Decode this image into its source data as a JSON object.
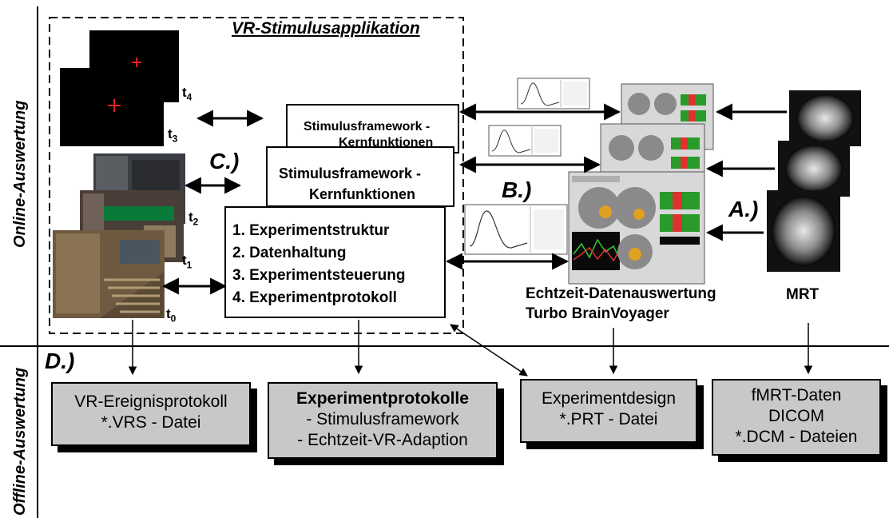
{
  "side_labels": {
    "online": "Online-Auswertung",
    "offline": "Offline-Auswertung"
  },
  "vr_title": "VR-Stimulusapplikation",
  "step_labels": {
    "a": "A.)",
    "b": "B.)",
    "c": "C.)",
    "d": "D.)"
  },
  "time_labels": [
    "t",
    "t",
    "t",
    "t"
  ],
  "time_subs": [
    "4",
    "3",
    "2",
    "1",
    "0"
  ],
  "framework_back": [
    "Stimulusframework -",
    "Kernfunktionen"
  ],
  "framework_mid": [
    "Stimulusframework -",
    "Kernfunktionen"
  ],
  "experiment_list": [
    "1. Experimentstruktur",
    "2. Datenhaltung",
    "3. Experimentsteuerung",
    "4. Experimentprotokoll"
  ],
  "tbv_caption": [
    "Echtzeit-Datenauswertung",
    "Turbo BrainVoyager"
  ],
  "mrt_caption": "MRT",
  "boxes": {
    "vr_protocol": [
      "VR-Ereignisprotokoll",
      "*.VRS - Datei"
    ],
    "exp_protocols": [
      "Experimentprotokolle",
      "- Stimulusframework",
      "- Echtzeit-VR-Adaption"
    ],
    "exp_design": [
      "Experimentdesign",
      "*.PRT - Datei"
    ],
    "fmrt": [
      "fMRT-Daten",
      "DICOM",
      "*.DCM - Dateien"
    ]
  },
  "colors": {
    "box_fill": "#c8c8c8",
    "screen_black": "#000000",
    "crosshair": "#e02020"
  }
}
